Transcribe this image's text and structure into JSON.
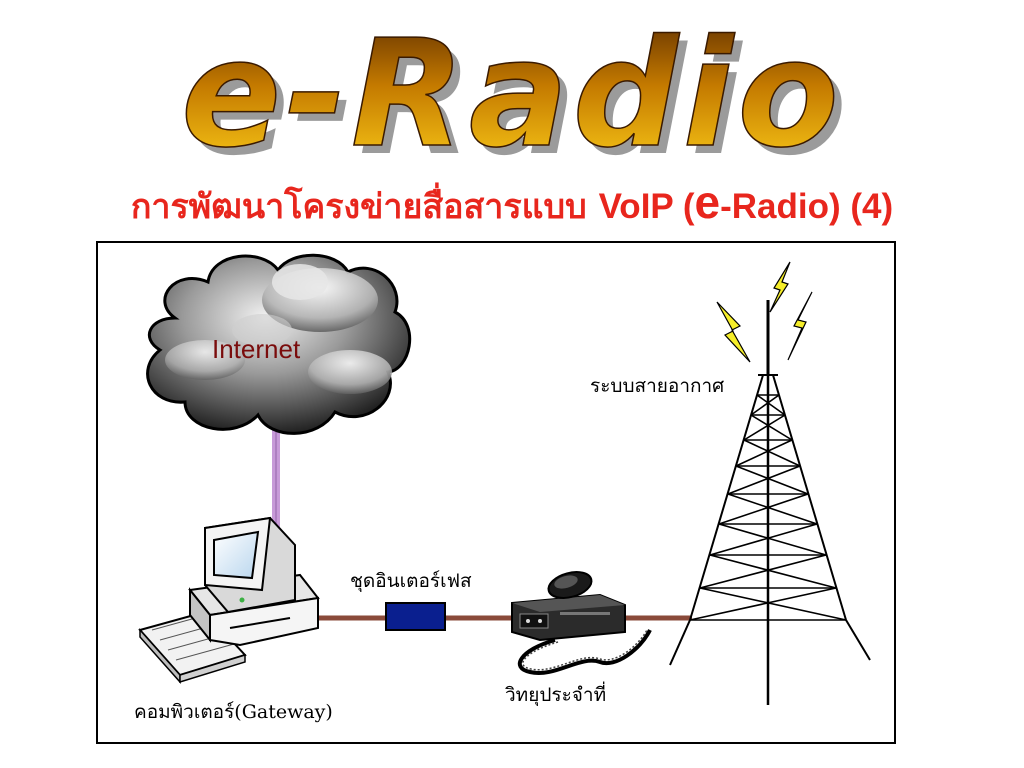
{
  "header": {
    "logo_text": "e-Radio",
    "subtitle_thai": "การพัฒนาโครงข่ายสื่อสารแบบ ",
    "subtitle_voip": "VoIP (",
    "subtitle_e": "e",
    "subtitle_rest": "-Radio) (4)"
  },
  "diagram": {
    "cloud_label": "Internet",
    "antenna_label": "ระบบสายอากาศ",
    "interface_label": "ชุดอินเตอร์เฟส",
    "radio_label": "วิทยุประจำที่",
    "computer_label": "คอมพิวเตอร์(Gateway)"
  },
  "colors": {
    "title_red": "#e8261d",
    "logo_gold": "#f0b400",
    "cable_brown": "#8a4a3a",
    "link_violet": "#c79ad8",
    "interface_blue": "#0a1f8f",
    "lightning_yellow": "#f6ee2a"
  }
}
